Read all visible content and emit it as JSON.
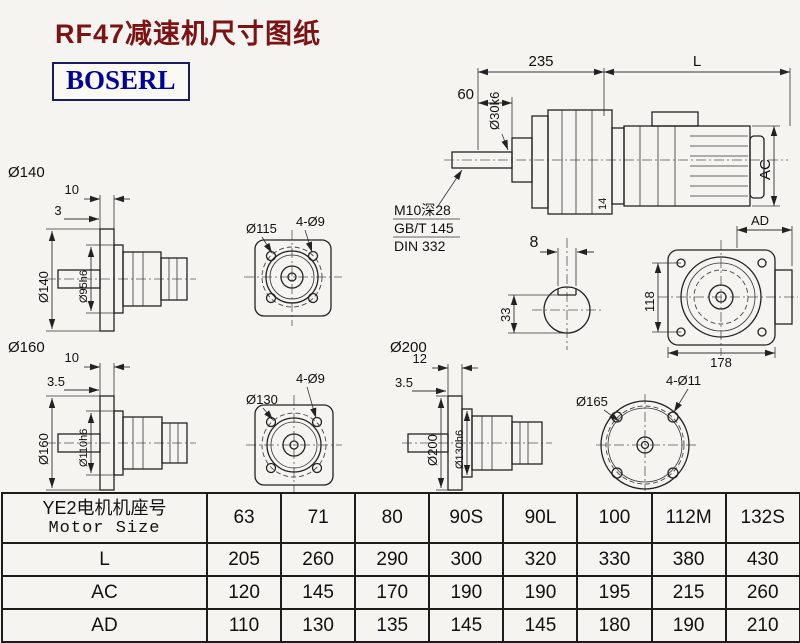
{
  "page": {
    "title": "RF47减速机尺寸图纸",
    "logo_text": "BOSERL"
  },
  "drawing": {
    "assembly_side_view": {
      "dim_width_front": "235",
      "dim_length": "L",
      "dim_shaft_len": "60",
      "shaft_dia": "Ø30k6",
      "dim_motor_od": "AC",
      "dim_gap": "14",
      "note_tap": "M10深28",
      "note_std1": "GB/T 145",
      "note_std2": "DIN 332"
    },
    "shaft_key_section": {
      "key_width": "8",
      "key_depth": "33"
    },
    "top_rear_view": {
      "dim_depth": "AD",
      "dim_height": "118",
      "dim_width": "178"
    },
    "flange140_side": {
      "label": "Ø140",
      "flange_thk": "10",
      "step": "3",
      "flange_od": "Ø140",
      "spigot": "Ø95h6"
    },
    "flange140_front": {
      "holes": "4-Ø9",
      "bolt_circle": "Ø115"
    },
    "flange160_side": {
      "label": "Ø160",
      "flange_thk": "10",
      "step": "3.5",
      "flange_od": "Ø160",
      "spigot": "Ø110h6"
    },
    "flange160_front": {
      "holes": "4-Ø9",
      "bolt_circle": "Ø130"
    },
    "flange200_side": {
      "label": "Ø200",
      "flange_thk": "12",
      "step": "3.5",
      "flange_od": "Ø200",
      "spigot": "Ø130h6"
    },
    "motor_rear_view": {
      "bolt_circle": "Ø165",
      "holes": "4-Ø11"
    }
  },
  "table": {
    "header": {
      "line1": "YE2电机机座号",
      "line2": "Motor Size"
    },
    "sizes": [
      "63",
      "71",
      "80",
      "90S",
      "90L",
      "100",
      "112M",
      "132S"
    ],
    "rows": [
      {
        "label": "L",
        "values": [
          "205",
          "260",
          "290",
          "300",
          "320",
          "330",
          "380",
          "430"
        ]
      },
      {
        "label": "AC",
        "values": [
          "120",
          "145",
          "170",
          "190",
          "190",
          "195",
          "215",
          "260"
        ]
      },
      {
        "label": "AD",
        "values": [
          "110",
          "130",
          "135",
          "145",
          "145",
          "180",
          "190",
          "210"
        ]
      }
    ]
  }
}
